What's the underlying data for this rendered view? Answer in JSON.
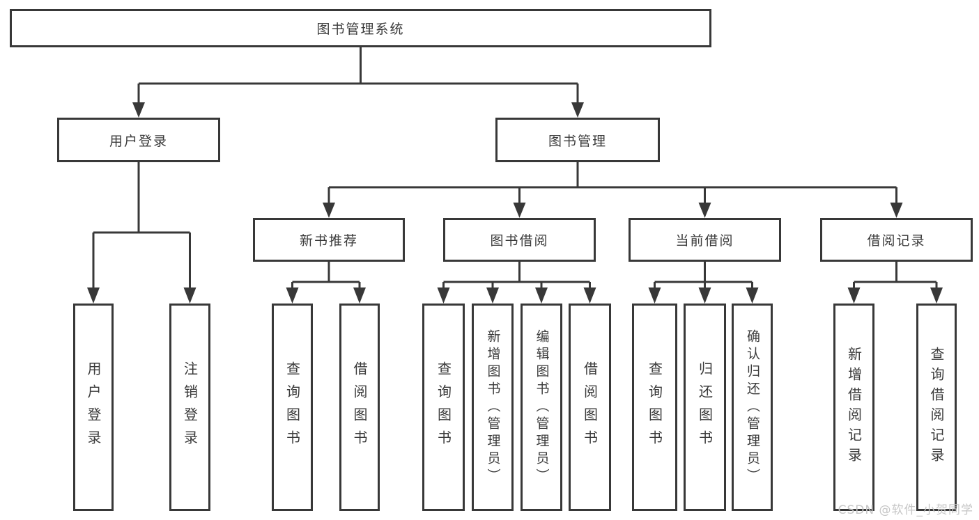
{
  "tree": {
    "root": {
      "label": "图书管理系统"
    },
    "branches": [
      {
        "label": "用户登录",
        "leaves": [
          "用户登录",
          "注销登录"
        ]
      },
      {
        "label": "图书管理",
        "children": [
          {
            "label": "新书推荐",
            "leaves": [
              "查询图书",
              "借阅图书"
            ]
          },
          {
            "label": "图书借阅",
            "leaves": [
              "查询图书",
              "新增图书（管理员）",
              "编辑图书（管理员）",
              "借阅图书"
            ]
          },
          {
            "label": "当前借阅",
            "leaves": [
              "查询图书",
              "归还图书",
              "确认归还（管理员）"
            ]
          },
          {
            "label": "借阅记录",
            "leaves": [
              "新增借阅记录",
              "查询借阅记录"
            ]
          }
        ]
      }
    ]
  },
  "watermark": "CSDN @软件_小贺同学",
  "colors": {
    "line": "#383838",
    "text": "#3a3a3a",
    "watermark": "#c6c6c6",
    "background": "#ffffff"
  }
}
